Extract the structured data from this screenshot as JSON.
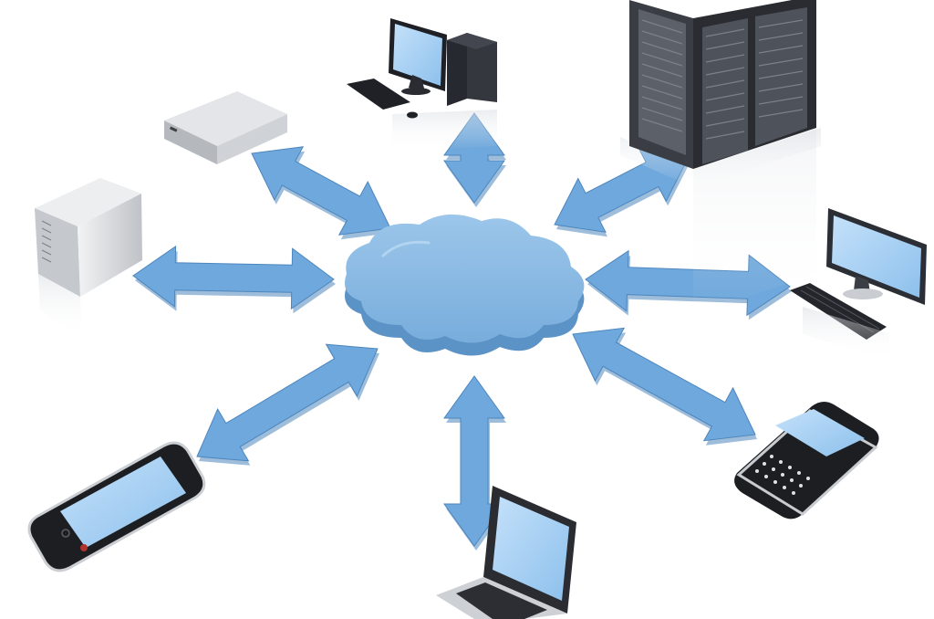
{
  "diagram": {
    "hub": {
      "icon": "cloud-icon"
    },
    "nodes": [
      {
        "id": "desktop-top",
        "icon": "desktop-computer-icon"
      },
      {
        "id": "server-rack",
        "icon": "server-rack-icon"
      },
      {
        "id": "monitor-right",
        "icon": "monitor-keyboard-icon"
      },
      {
        "id": "blackberry-phone",
        "icon": "qwerty-phone-icon"
      },
      {
        "id": "laptop",
        "icon": "laptop-icon"
      },
      {
        "id": "smartphone",
        "icon": "smartphone-icon"
      },
      {
        "id": "tower-server",
        "icon": "tower-server-icon"
      },
      {
        "id": "network-box",
        "icon": "network-appliance-icon"
      }
    ],
    "connections": [
      "desktop-top",
      "server-rack",
      "monitor-right",
      "blackberry-phone",
      "laptop",
      "smartphone",
      "tower-server",
      "network-box"
    ],
    "colors": {
      "cloud": "#7fb3df",
      "cloud_side": "#5b93c6",
      "arrow": "#6fa8dc",
      "arrow_edge": "#4d86bd",
      "screen": "#a8d2f5",
      "device_dark": "#1d1f24",
      "device_light": "#d6d8db"
    }
  }
}
